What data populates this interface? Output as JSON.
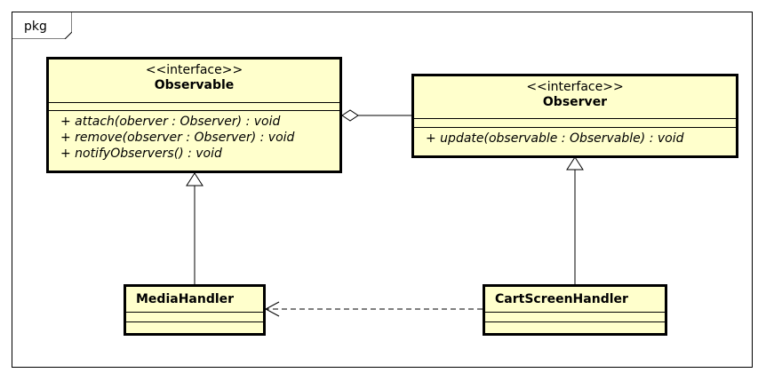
{
  "package": {
    "label": "pkg"
  },
  "classes": {
    "observable": {
      "stereotype": "<<interface>>",
      "name": "Observable",
      "methods": [
        "+ attach(oberver : Observer) : void",
        "+ remove(observer : Observer) : void",
        "+ notifyObservers() : void"
      ]
    },
    "observer": {
      "stereotype": "<<interface>>",
      "name": "Observer",
      "methods": [
        "+ update(observable : Observable) : void"
      ]
    },
    "media_handler": {
      "name": "MediaHandler"
    },
    "cart_screen_handler": {
      "name": "CartScreenHandler"
    }
  },
  "colors": {
    "class_fill": "#ffffcc",
    "line": "#000000"
  }
}
